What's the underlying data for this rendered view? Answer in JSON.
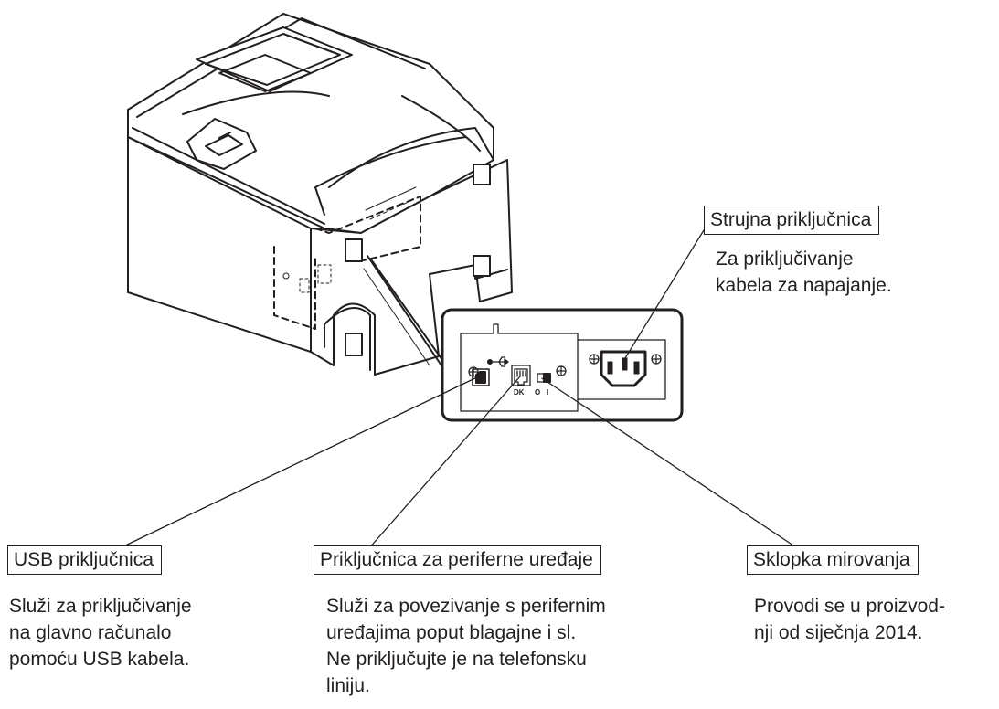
{
  "diagram": {
    "callouts": [
      {
        "id": "power",
        "label": "Strujna priključnica",
        "description_lines": [
          "Za priključivanje",
          "kabela za napajanje."
        ]
      },
      {
        "id": "usb",
        "label": "USB priključnica",
        "description_lines": [
          "Služi za priključivanje",
          "na glavno računalo",
          "pomoću USB kabela."
        ]
      },
      {
        "id": "peripheral",
        "label": "Priključnica za periferne uređaje",
        "description_lines": [
          "Služi za povezivanje s perifernim",
          "uređajima poput blagajne i sl.",
          "Ne priključujte je na telefonsku",
          "liniju."
        ]
      },
      {
        "id": "sleep",
        "label": "Sklopka mirovanja",
        "description_lines": [
          "Provodi se u proizvod-",
          "nji od siječnja 2014."
        ]
      }
    ],
    "panel_markings": {
      "dk_port": "DK",
      "switch_off": "O",
      "switch_on": "I"
    }
  }
}
